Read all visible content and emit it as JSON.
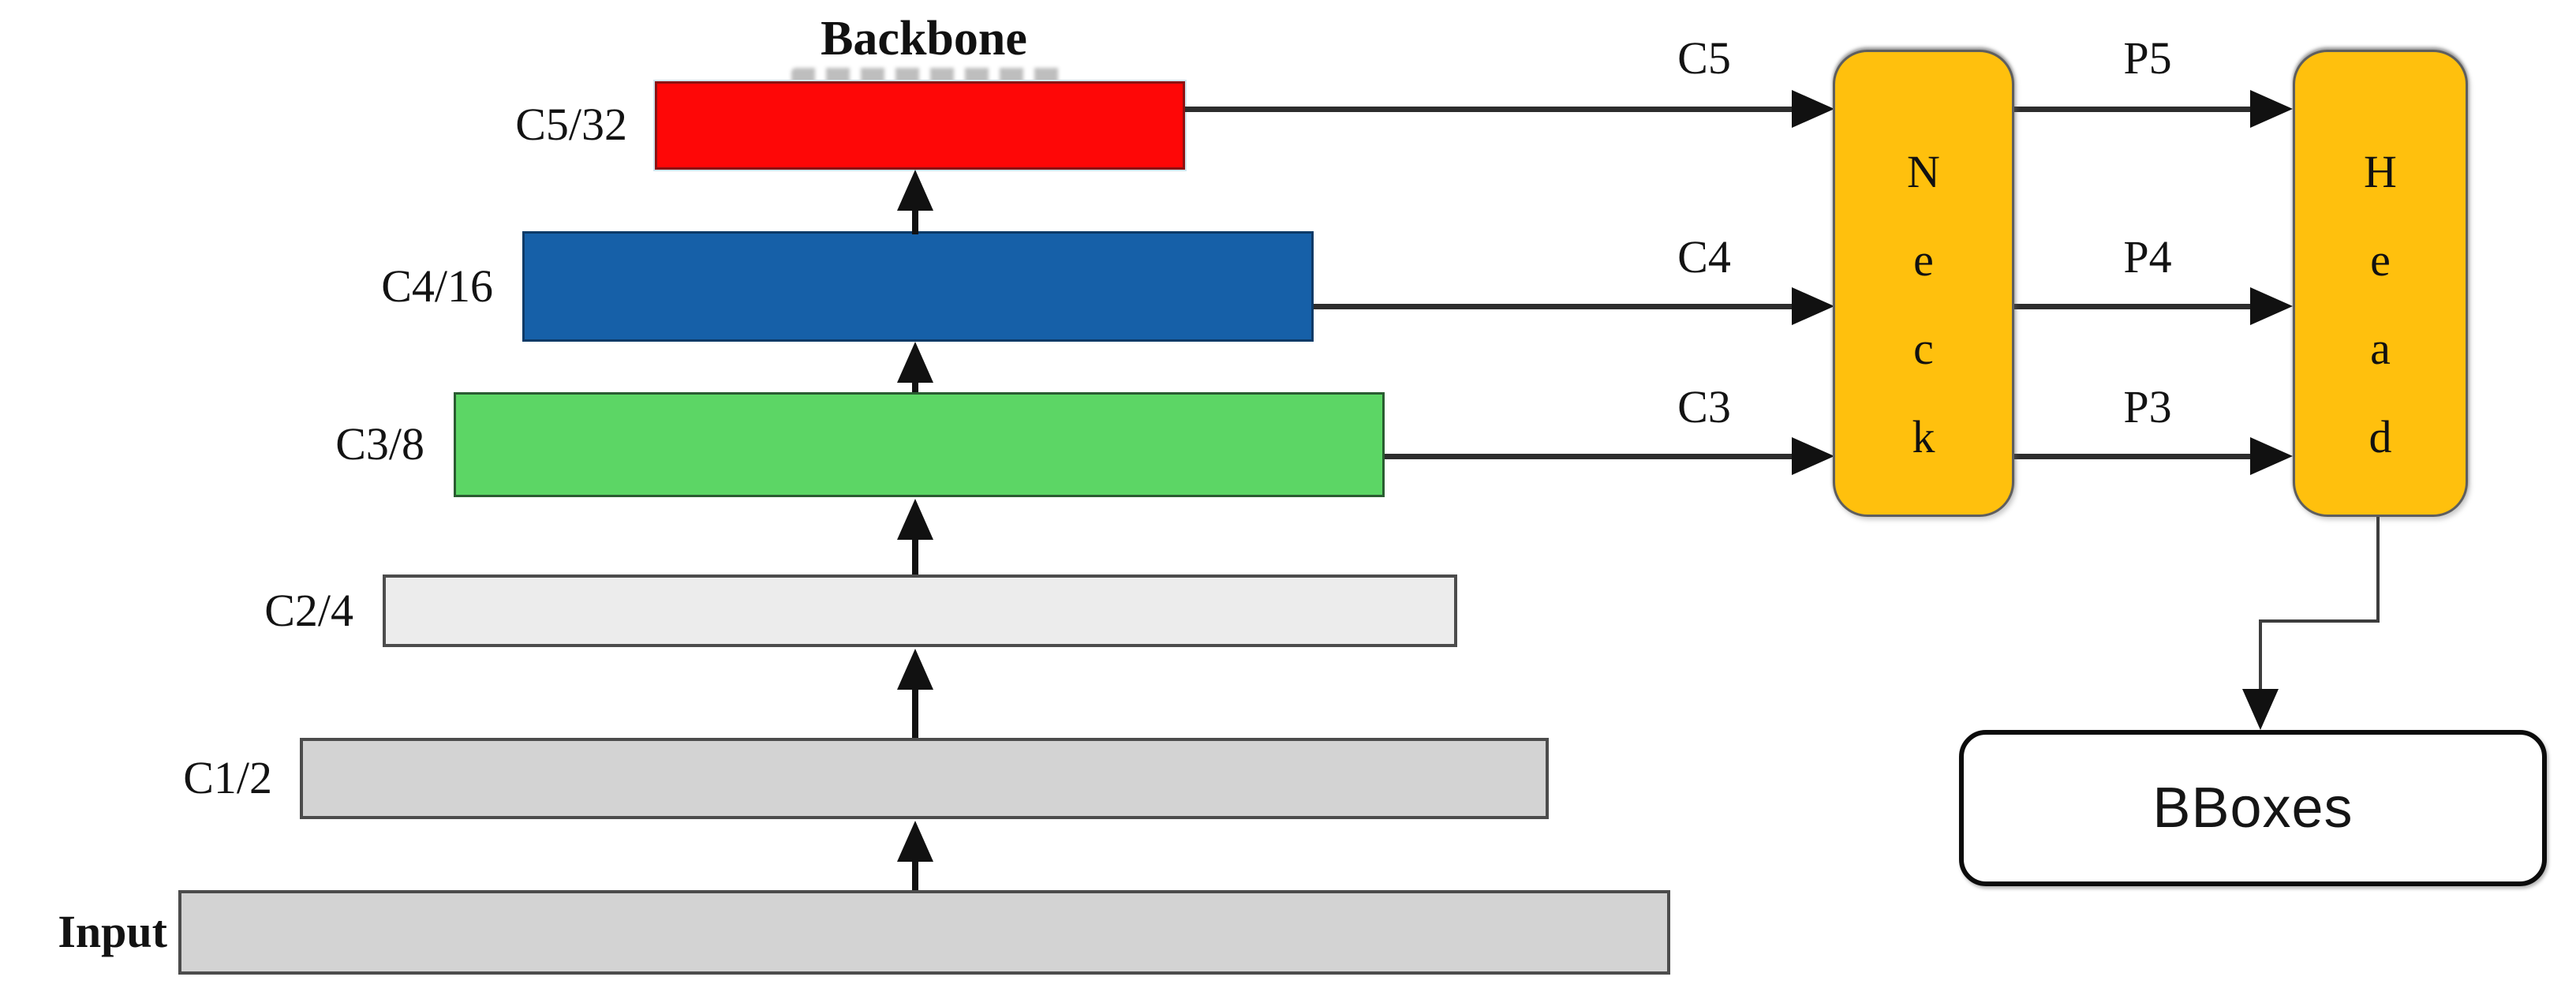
{
  "diagram": {
    "backbone_title": "Backbone",
    "layers": [
      {
        "id": "c5",
        "label": "C5/32",
        "fill": "#fe0707",
        "stroke": "#8c1212"
      },
      {
        "id": "c4",
        "label": "C4/16",
        "fill": "#1660a8",
        "stroke": "#0c3a67"
      },
      {
        "id": "c3",
        "label": "C3/8",
        "fill": "#5cd665",
        "stroke": "#2a5c31"
      },
      {
        "id": "c2",
        "label": "C2/4",
        "fill": "#ececec",
        "stroke": "#4c4c4c"
      },
      {
        "id": "c1",
        "label": "C1/2",
        "fill": "#d3d3d3",
        "stroke": "#4c4c4c"
      },
      {
        "id": "input",
        "label": "Input",
        "fill": "#d3d3d3",
        "stroke": "#4c4c4c"
      }
    ],
    "neck": {
      "letters": [
        "N",
        "e",
        "c",
        "k"
      ],
      "fill": "#ffc00d"
    },
    "head": {
      "letters": [
        "H",
        "e",
        "a",
        "d"
      ],
      "fill": "#ffc00d"
    },
    "backbone_to_neck": [
      {
        "label": "C5"
      },
      {
        "label": "C4"
      },
      {
        "label": "C3"
      }
    ],
    "neck_to_head": [
      {
        "label": "P5"
      },
      {
        "label": "P4"
      },
      {
        "label": "P3"
      }
    ],
    "output": {
      "label": "BBoxes"
    }
  }
}
